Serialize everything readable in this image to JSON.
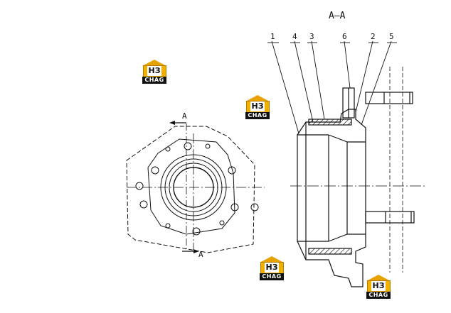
{
  "section_title": "A–A",
  "section_marks": [
    "A",
    "A"
  ],
  "part_labels": [
    {
      "num": "1"
    },
    {
      "num": "4"
    },
    {
      "num": "3"
    },
    {
      "num": "6"
    },
    {
      "num": "2"
    },
    {
      "num": "5"
    }
  ],
  "watermarks": [
    {
      "mark": "НЗ",
      "word": "CHAG"
    },
    {
      "mark": "НЗ",
      "word": "CHAG"
    },
    {
      "mark": "НЗ",
      "word": "CHAG"
    },
    {
      "mark": "НЗ",
      "word": "CHAG"
    }
  ],
  "colors": {
    "line": "#111111",
    "logo_yellow": "#f0b000",
    "logo_black": "#111111"
  }
}
